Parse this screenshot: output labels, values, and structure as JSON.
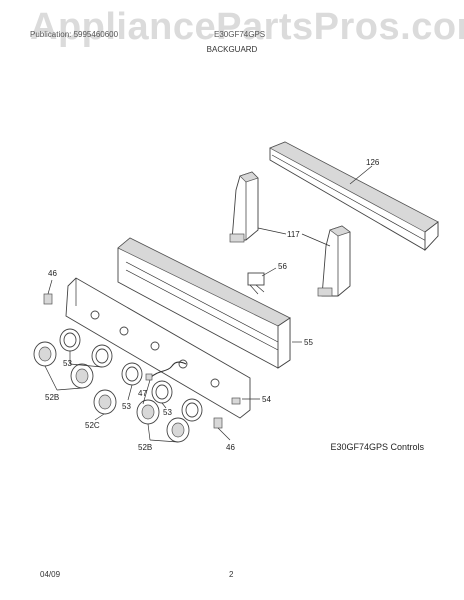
{
  "header": {
    "left_text": "Publication: 5995460600",
    "right_text": "E30GF74GPS",
    "watermark": "AppliancePartsPros.com",
    "section_title": "BACKGUARD"
  },
  "callouts": {
    "c126": "126",
    "c117": "117",
    "c56": "56",
    "c55": "55",
    "c46a": "46",
    "c46b": "46",
    "c53a": "53",
    "c53b": "53",
    "c53c": "53",
    "c52b_a": "52B",
    "c52b_b": "52B",
    "c52c": "52C",
    "c47": "47",
    "c54": "54"
  },
  "model_note": "E30GF74GPS Controls",
  "footer": {
    "date": "04/09",
    "page": "2"
  },
  "colors": {
    "line": "#333333",
    "watermark": "#bebebe"
  }
}
